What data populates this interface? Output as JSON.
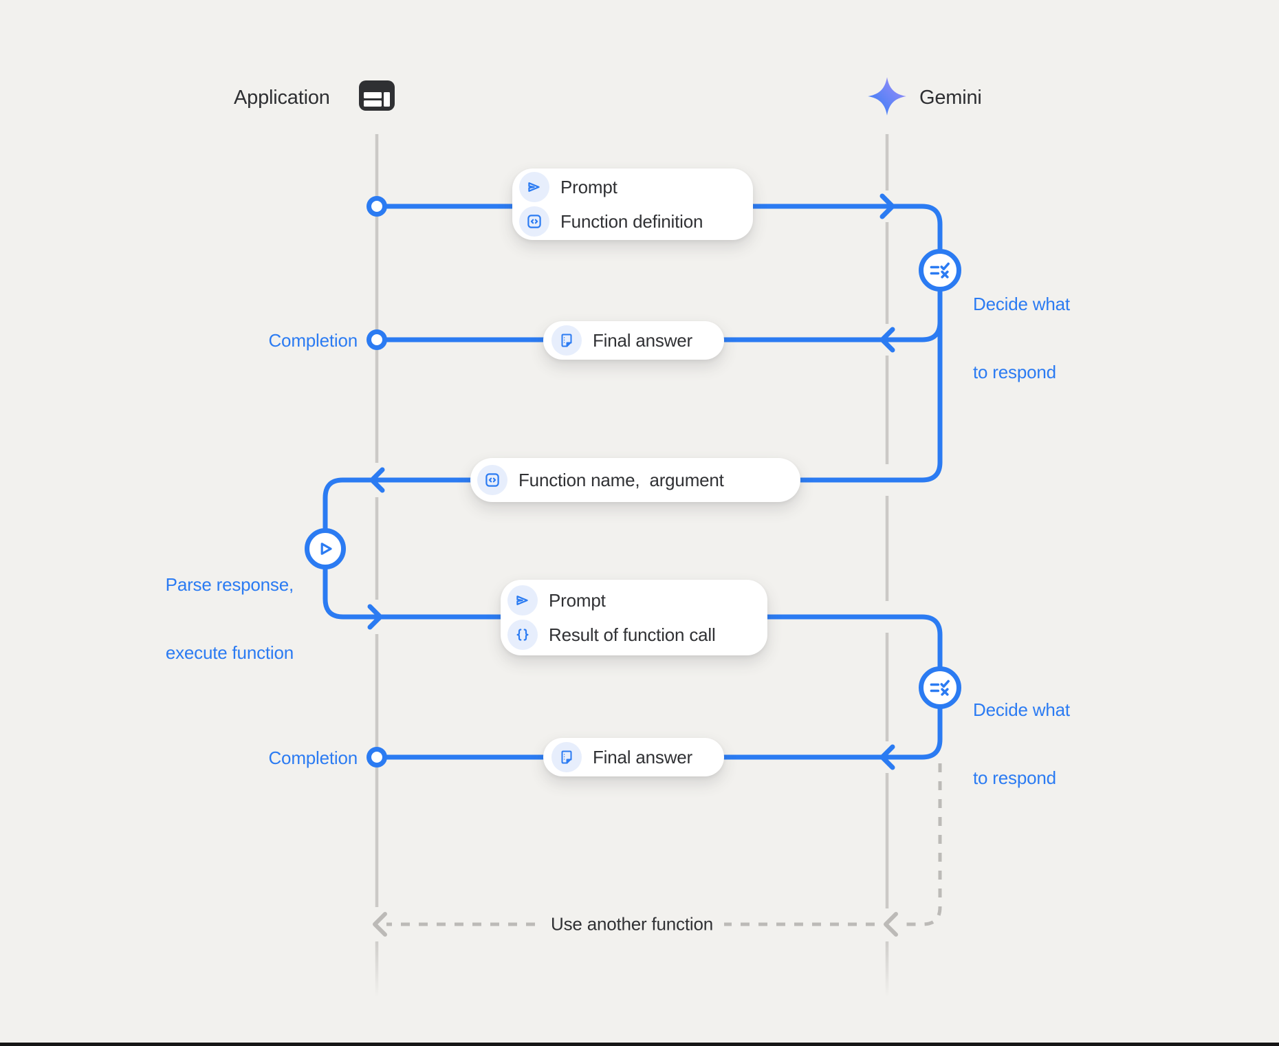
{
  "colors": {
    "background": "#f2f1ee",
    "accent_blue": "#2b7bf2",
    "dark_text": "#303134",
    "lifeline_gray": "#cbc9c6",
    "dash_gray": "#bcbab7",
    "chip_background": "#e7eefc"
  },
  "header": {
    "application": "Application",
    "gemini": "Gemini"
  },
  "icons": {
    "application": "app-window-icon",
    "gemini": "gemini-sparkle-icon",
    "prompt": "send-icon",
    "function_definition": "code-square-icon",
    "final_answer": "document-icon",
    "function_name": "code-square-icon",
    "result_of_function_call": "braces-icon",
    "decide": "rule-check-icon",
    "parse": "play-icon"
  },
  "boxes": {
    "prompt1": {
      "line1": "Prompt",
      "line2": "Function definition"
    },
    "final1": {
      "label": "Final answer"
    },
    "function_name": {
      "label": "Function name,  argument"
    },
    "prompt2": {
      "line1": "Prompt",
      "line2": "Result of function call"
    },
    "final2": {
      "label": "Final answer"
    }
  },
  "labels": {
    "completion_1": "Completion",
    "completion_2": "Completion",
    "decide_1": {
      "line1": "Decide what",
      "line2": "to respond"
    },
    "decide_2": {
      "line1": "Decide what",
      "line2": "to respond"
    },
    "parse": {
      "line1": "Parse response,",
      "line2": "execute function"
    },
    "loop": "Use another function"
  }
}
